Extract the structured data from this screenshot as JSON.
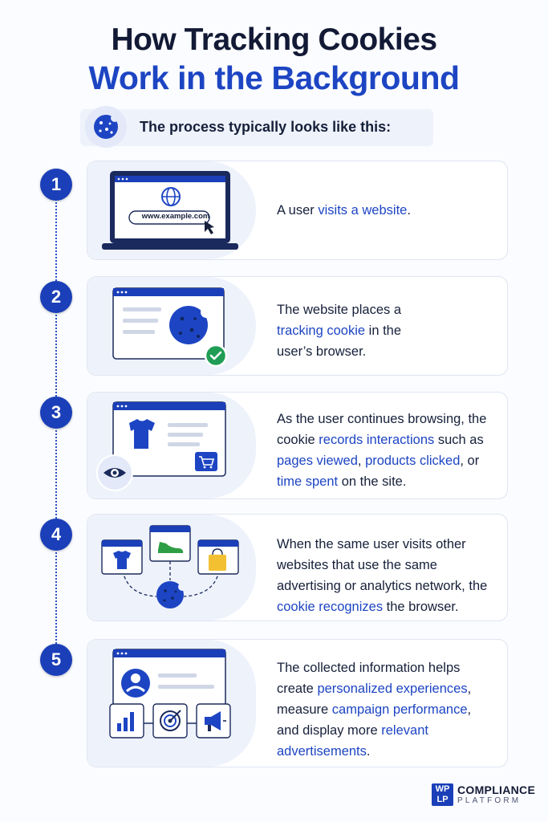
{
  "title": {
    "line1": "How Tracking Cookies",
    "line2": "Work in the Background"
  },
  "intro": {
    "icon": "cookie-icon",
    "text": "The process typically looks like this:"
  },
  "steps": [
    {
      "number": "1",
      "illustration": {
        "type": "laptop-browser",
        "url_text": "www.example.com",
        "icons": [
          "globe-icon",
          "cursor-icon"
        ]
      },
      "text": [
        {
          "t": "A user ",
          "hl": false
        },
        {
          "t": "visits a website",
          "hl": true
        },
        {
          "t": ".",
          "hl": false
        }
      ]
    },
    {
      "number": "2",
      "illustration": {
        "type": "browser-cookie",
        "icons": [
          "cookie-icon",
          "check-icon"
        ]
      },
      "text": [
        {
          "t": "The website places a ",
          "hl": false
        },
        {
          "t": "tracking cookie",
          "hl": true
        },
        {
          "t": " in the user’s browser.",
          "hl": false
        }
      ]
    },
    {
      "number": "3",
      "illustration": {
        "type": "browser-shop",
        "icons": [
          "tshirt-icon",
          "cart-icon",
          "eye-icon"
        ]
      },
      "text": [
        {
          "t": "As the user continues browsing, the cookie ",
          "hl": false
        },
        {
          "t": "records interactions",
          "hl": true
        },
        {
          "t": " such as ",
          "hl": false
        },
        {
          "t": "pages viewed",
          "hl": true
        },
        {
          "t": ", ",
          "hl": false
        },
        {
          "t": "products clicked",
          "hl": true
        },
        {
          "t": ", or ",
          "hl": false
        },
        {
          "t": "time spent",
          "hl": true
        },
        {
          "t": " on the site.",
          "hl": false
        }
      ]
    },
    {
      "number": "4",
      "illustration": {
        "type": "network",
        "icons": [
          "tshirt-icon",
          "shoe-icon",
          "shopping-bag-icon",
          "cookie-icon"
        ]
      },
      "text": [
        {
          "t": "When the same user visits other websites that use the same advertising or analytics network, the ",
          "hl": false
        },
        {
          "t": "cookie recognizes",
          "hl": true
        },
        {
          "t": " the browser.",
          "hl": false
        }
      ]
    },
    {
      "number": "5",
      "illustration": {
        "type": "profile-dashboard",
        "icons": [
          "user-icon",
          "bar-chart-icon",
          "target-icon",
          "megaphone-icon"
        ]
      },
      "text": [
        {
          "t": "The collected information helps create ",
          "hl": false
        },
        {
          "t": "personalized experiences",
          "hl": true
        },
        {
          "t": ", measure ",
          "hl": false
        },
        {
          "t": "campaign performance",
          "hl": true
        },
        {
          "t": ", and display more ",
          "hl": false
        },
        {
          "t": "relevant advertisements",
          "hl": true
        },
        {
          "t": ".",
          "hl": false
        }
      ]
    }
  ],
  "logo": {
    "mark_top": "WP",
    "mark_bottom": "LP",
    "line1": "COMPLIANCE",
    "line2": "PLATFORM"
  },
  "colors": {
    "accent": "#1d45c3",
    "dark": "#131a36",
    "panel": "#eef2fb",
    "success": "#1f9d55",
    "amber": "#f3c032",
    "green": "#2e9e45"
  }
}
